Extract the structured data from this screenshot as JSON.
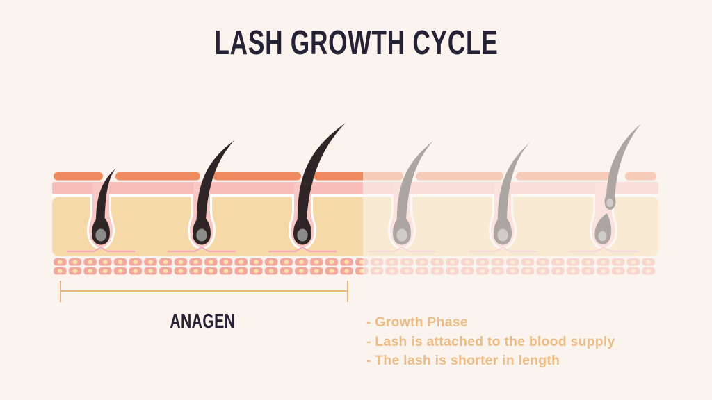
{
  "header": {
    "title": "LASH GROWTH CYCLE"
  },
  "diagram": {
    "phase_label": "ANAGEN",
    "active_lash_count": 3,
    "faded_lash_count": 3
  },
  "notes": {
    "items": [
      "- Growth Phase",
      "- Lash is attached to the blood supply",
      "- The lash is shorter in length"
    ]
  },
  "colors": {
    "background": "#faf3ee",
    "title_text": "#262235",
    "accent_tan": "#eab67e",
    "notes_text": "#edbd88",
    "epidermis_strip": "#ef8a5f",
    "epidermis_layer": "#f8bcb9",
    "dermis": "#f6d9a9",
    "follicle_channel": "#f9c8c4",
    "lash_hair": "#2f2527",
    "bulb_dot": "#8b8b8b",
    "cell": "#f3a79f",
    "cell_nucleus": "#fae2ab",
    "vessel": "#f4aaba"
  }
}
